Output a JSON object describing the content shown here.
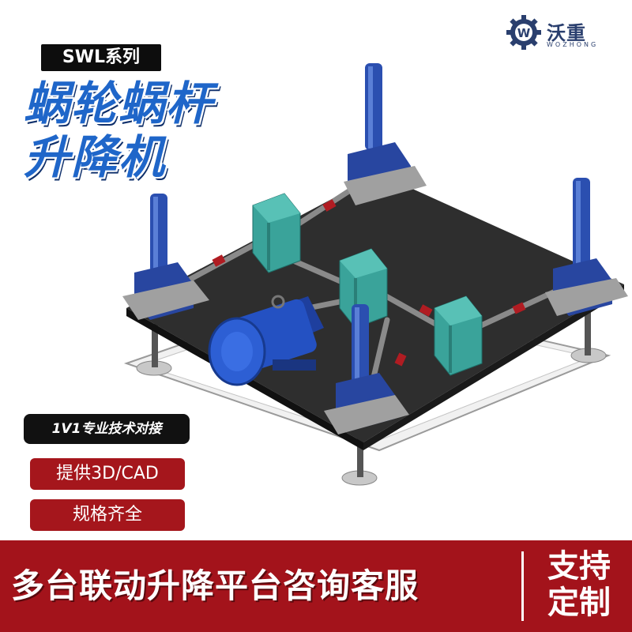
{
  "brand": {
    "name_cn": "沃重",
    "name_en": "WOZHONG",
    "logo_letter": "W",
    "color": "#2a3f6e"
  },
  "series_tag": "SWL系列",
  "headline": {
    "line1": "蜗轮蜗杆",
    "line2": "升降机",
    "color": "#1f66c9"
  },
  "features": {
    "support": "1V1专业技术对接",
    "files": "提供3D/CAD",
    "specs": "规格齐全"
  },
  "bottom_bar": {
    "text": "多台联动升降平台咨询客服",
    "side_line1": "支持",
    "side_line2": "定制",
    "color": "#a3131b"
  },
  "icons": [
    "gear-logo-icon"
  ]
}
